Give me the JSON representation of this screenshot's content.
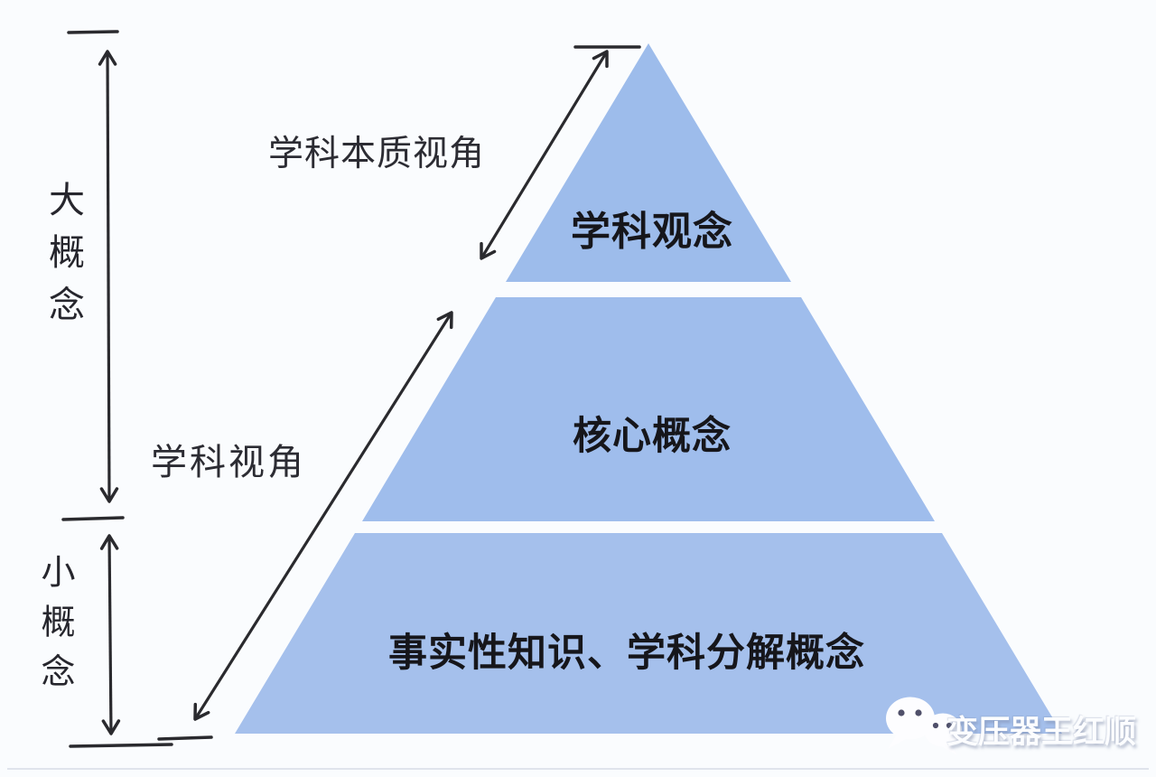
{
  "diagram_type": "pyramid-concept-hierarchy",
  "colors": {
    "background": "#fafcfe",
    "pyramid_fill": "#9dbceb",
    "pyramid_fill_bottom": "#a5c0ec",
    "stroke": "#2a2a2e",
    "tier_text": "#16161b",
    "side_text": "#2c2c33",
    "watermark_text": "#fcfdff"
  },
  "pyramid": {
    "tiers": [
      {
        "level": 1,
        "label": "学科观念"
      },
      {
        "level": 2,
        "label": "核心概念"
      },
      {
        "level": 3,
        "label": "事实性知识、学科分解概念"
      }
    ]
  },
  "annotations": {
    "left_top_vertical": "大概念",
    "left_bottom_vertical": "小概念",
    "upper_diagonal": "学科本质视角",
    "lower_diagonal": "学科视角"
  },
  "watermark": {
    "icon": "wechat-icon",
    "text": "变压器王红顺"
  }
}
